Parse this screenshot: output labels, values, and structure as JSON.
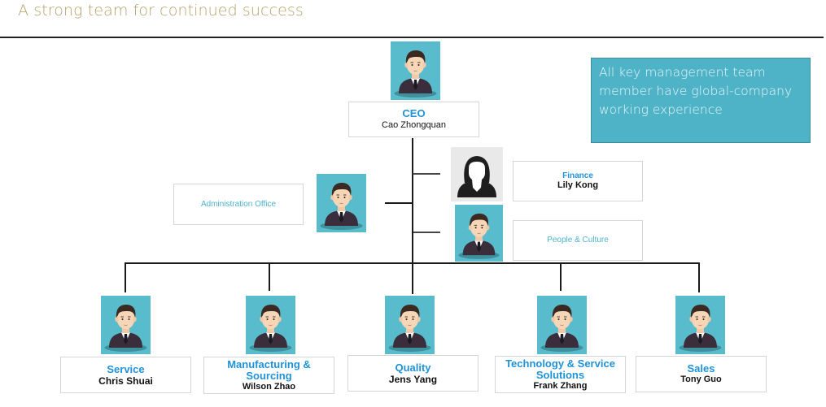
{
  "slide": {
    "title": "A strong team for continued success",
    "note": "All key management team member have global-company working experience"
  },
  "colors": {
    "title": "#b5a26a",
    "role_text": "#1f92d8",
    "avatar_bg": "#58bccc",
    "note_bg": "#4fb3c8"
  },
  "org": {
    "ceo": {
      "role": "CEO",
      "name": "Cao Zhongquan",
      "avatar": "male-avatar-icon"
    },
    "staff": {
      "admin": {
        "role": "Administration Office",
        "name": "",
        "avatar": "male-avatar-icon"
      },
      "finance": {
        "role": "Finance",
        "name": "Lily Kong",
        "avatar": "female-avatar-icon"
      },
      "people": {
        "role": "People & Culture",
        "name": "",
        "avatar": "male-avatar-icon"
      }
    },
    "departments": [
      {
        "role": "Service",
        "name": "Chris Shuai",
        "avatar": "male-avatar-icon"
      },
      {
        "role": "Manufacturing & Sourcing",
        "name": "Wilson Zhao",
        "avatar": "male-avatar-icon"
      },
      {
        "role": "Quality",
        "name": "Jens Yang",
        "avatar": "male-avatar-icon"
      },
      {
        "role": "Technology & Service Solutions",
        "name": "Frank Zhang",
        "avatar": "male-avatar-icon"
      },
      {
        "role": "Sales",
        "name": "Tony Guo",
        "avatar": "male-avatar-icon"
      }
    ]
  }
}
